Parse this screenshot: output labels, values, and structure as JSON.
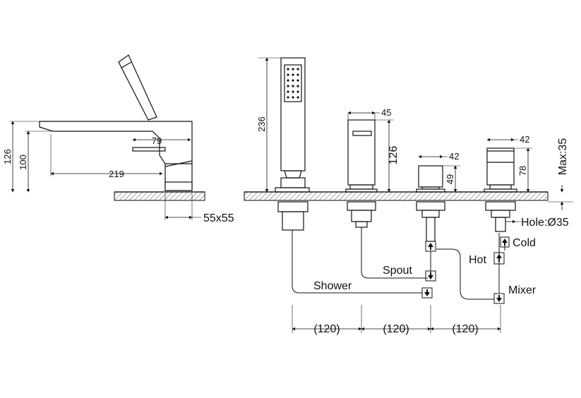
{
  "side_view": {
    "dim_total_height": "126",
    "dim_spout_height": "100",
    "dim_depth_short": "79",
    "dim_spout_reach": "219",
    "dim_base": "55x55"
  },
  "front_view": {
    "dim_handshower_height": "236",
    "dim_spout_width": "45",
    "dim_spout_height": "126",
    "dim_valve_width": "42",
    "dim_valve_height": "49",
    "dim_mixer_width": "42",
    "dim_mixer_height": "78",
    "dim_max_deck": "Max:35",
    "dim_hole": "Hole:Ø35",
    "label_cold": "Cold",
    "label_hot": "Hot",
    "label_spout": "Spout",
    "label_shower": "Shower",
    "label_mixer": "Mixer",
    "spacing": [
      "(120)",
      "(120)",
      "(120)"
    ]
  }
}
